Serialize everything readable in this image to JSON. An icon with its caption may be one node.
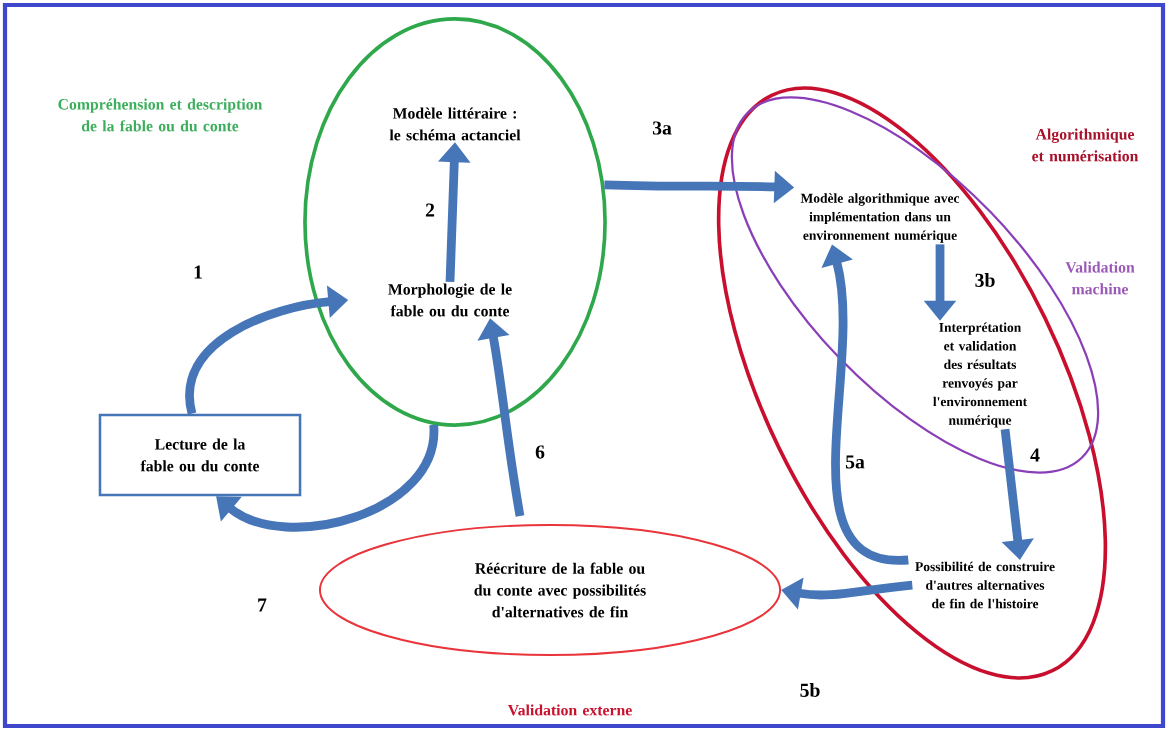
{
  "diagram": {
    "nodes": [
      {
        "text": [
          "Compréhension et description de la fable ou du conte"
        ]
      },
      {
        "text": [
          "Modèle littéraire : le schéma actanciel"
        ],
        "in": 0
      },
      {
        "text": [
          "Morphologie de le fable ou du conte"
        ],
        "in": 0
      },
      {
        "text": [
          "Lecture de la fable ou du conte"
        ]
      },
      {
        "text": [
          "Algorithmique et numérisation"
        ]
      },
      {
        "text": [
          "Validation machine"
        ],
        "in": 4
      },
      {
        "text": [
          "Modèle algorithmique avec implémentation dans un environnement numérique"
        ],
        "in": 5
      },
      {
        "text": [
          "Interprétation et validation des résultats renvoyés par l'environnement numérique"
        ],
        "in": 5
      },
      {
        "text": [
          "Possibilité de construire d'autres alternatives de fin de l'histoire"
        ],
        "in": 4
      },
      {
        "text": [
          "Réécriture de la fable ou du conte avec possibilités d'alternatives de fin",
          "Validation externe"
        ]
      }
    ],
    "edges": [
      {
        "from": 3,
        "to": 2,
        "arrow": "to",
        "label": "1"
      },
      {
        "from": 2,
        "to": 1,
        "arrow": "to",
        "label": "2"
      },
      {
        "from": 0,
        "to": 6,
        "arrow": "to",
        "label": "3a"
      },
      {
        "from": 6,
        "to": 7,
        "arrow": "to",
        "label": "3b"
      },
      {
        "from": 7,
        "to": 8,
        "arrow": "to",
        "label": "4"
      },
      {
        "from": 8,
        "to": 6,
        "arrow": "to",
        "label": "5a"
      },
      {
        "from": 8,
        "to": 9,
        "arrow": "to",
        "label": "5b"
      },
      {
        "from": 9,
        "to": 2,
        "arrow": "to",
        "label": "6"
      },
      {
        "from": 0,
        "to": 3,
        "arrow": "to",
        "label": "7"
      }
    ]
  }
}
